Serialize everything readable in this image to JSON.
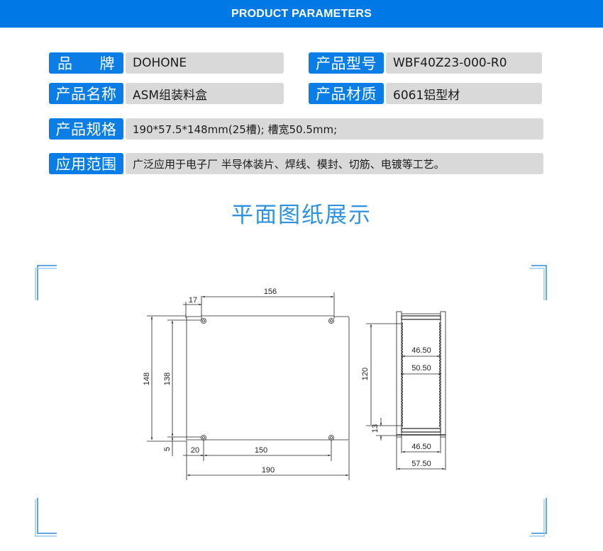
{
  "banner": {
    "title": "PRODUCT PARAMETERS",
    "color": "#0079e6"
  },
  "params": {
    "brand": {
      "label_a": "品",
      "label_b": "牌",
      "value": "DOHONE"
    },
    "model": {
      "label": "产品型号",
      "value": "WBF40Z23-000-R0"
    },
    "name": {
      "label": "产品名称",
      "value": "ASM组装料盒"
    },
    "material": {
      "label": "产品材质",
      "value": "6061铝型材"
    },
    "spec": {
      "label": "产品规格",
      "value": "190*57.5*148mm(25槽); 槽宽50.5mm;"
    },
    "application": {
      "label": "应用范围",
      "value": "广泛应用于电子厂 半导体装片、焊线、模封、切筋、电镀等工艺。"
    }
  },
  "section": {
    "title": "平面图纸展示",
    "color": "#2e92df"
  },
  "drawing": {
    "front_view": {
      "dims": {
        "top_offset": "17",
        "top_span": "156",
        "height_total": "148",
        "height_inner": "138",
        "bottom_margin": "5",
        "bottom_offset": "20",
        "bottom_span": "150",
        "width_total": "190"
      }
    },
    "side_view": {
      "dims": {
        "slot_height": "120",
        "inner_width": "46.50",
        "slot_width": "50.50",
        "bottom_height": "13",
        "bottom_inner_width": "46.50",
        "total_width": "57.50"
      }
    }
  }
}
